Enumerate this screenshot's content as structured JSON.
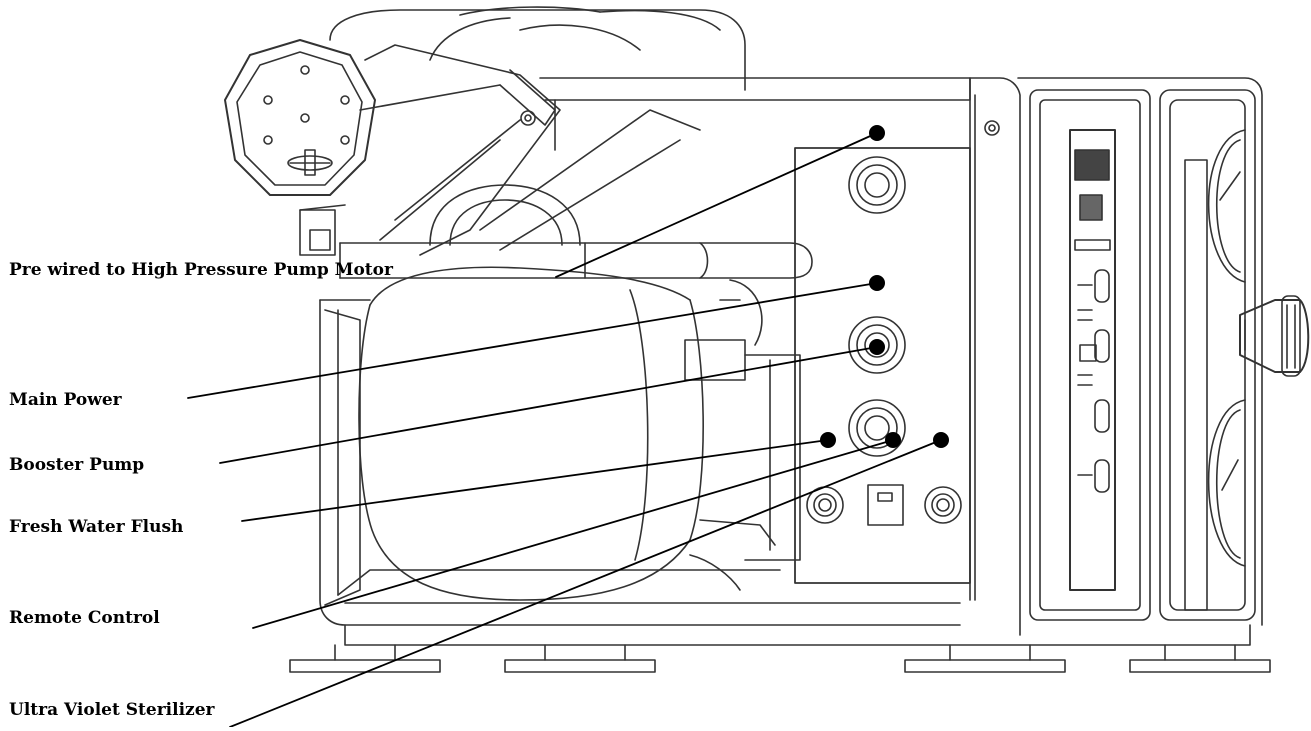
{
  "callouts": [
    {
      "label": "Pre wired to High Pressure Pump Motor"
    },
    {
      "label": "Main Power"
    },
    {
      "label": "Booster Pump"
    },
    {
      "label": "Fresh Water Flush"
    },
    {
      "label": "Remote Control"
    },
    {
      "label": "Ultra Violet Sterilizer"
    }
  ],
  "colors": {
    "line": "#000000",
    "stroke": "#333333",
    "background": "#ffffff"
  }
}
